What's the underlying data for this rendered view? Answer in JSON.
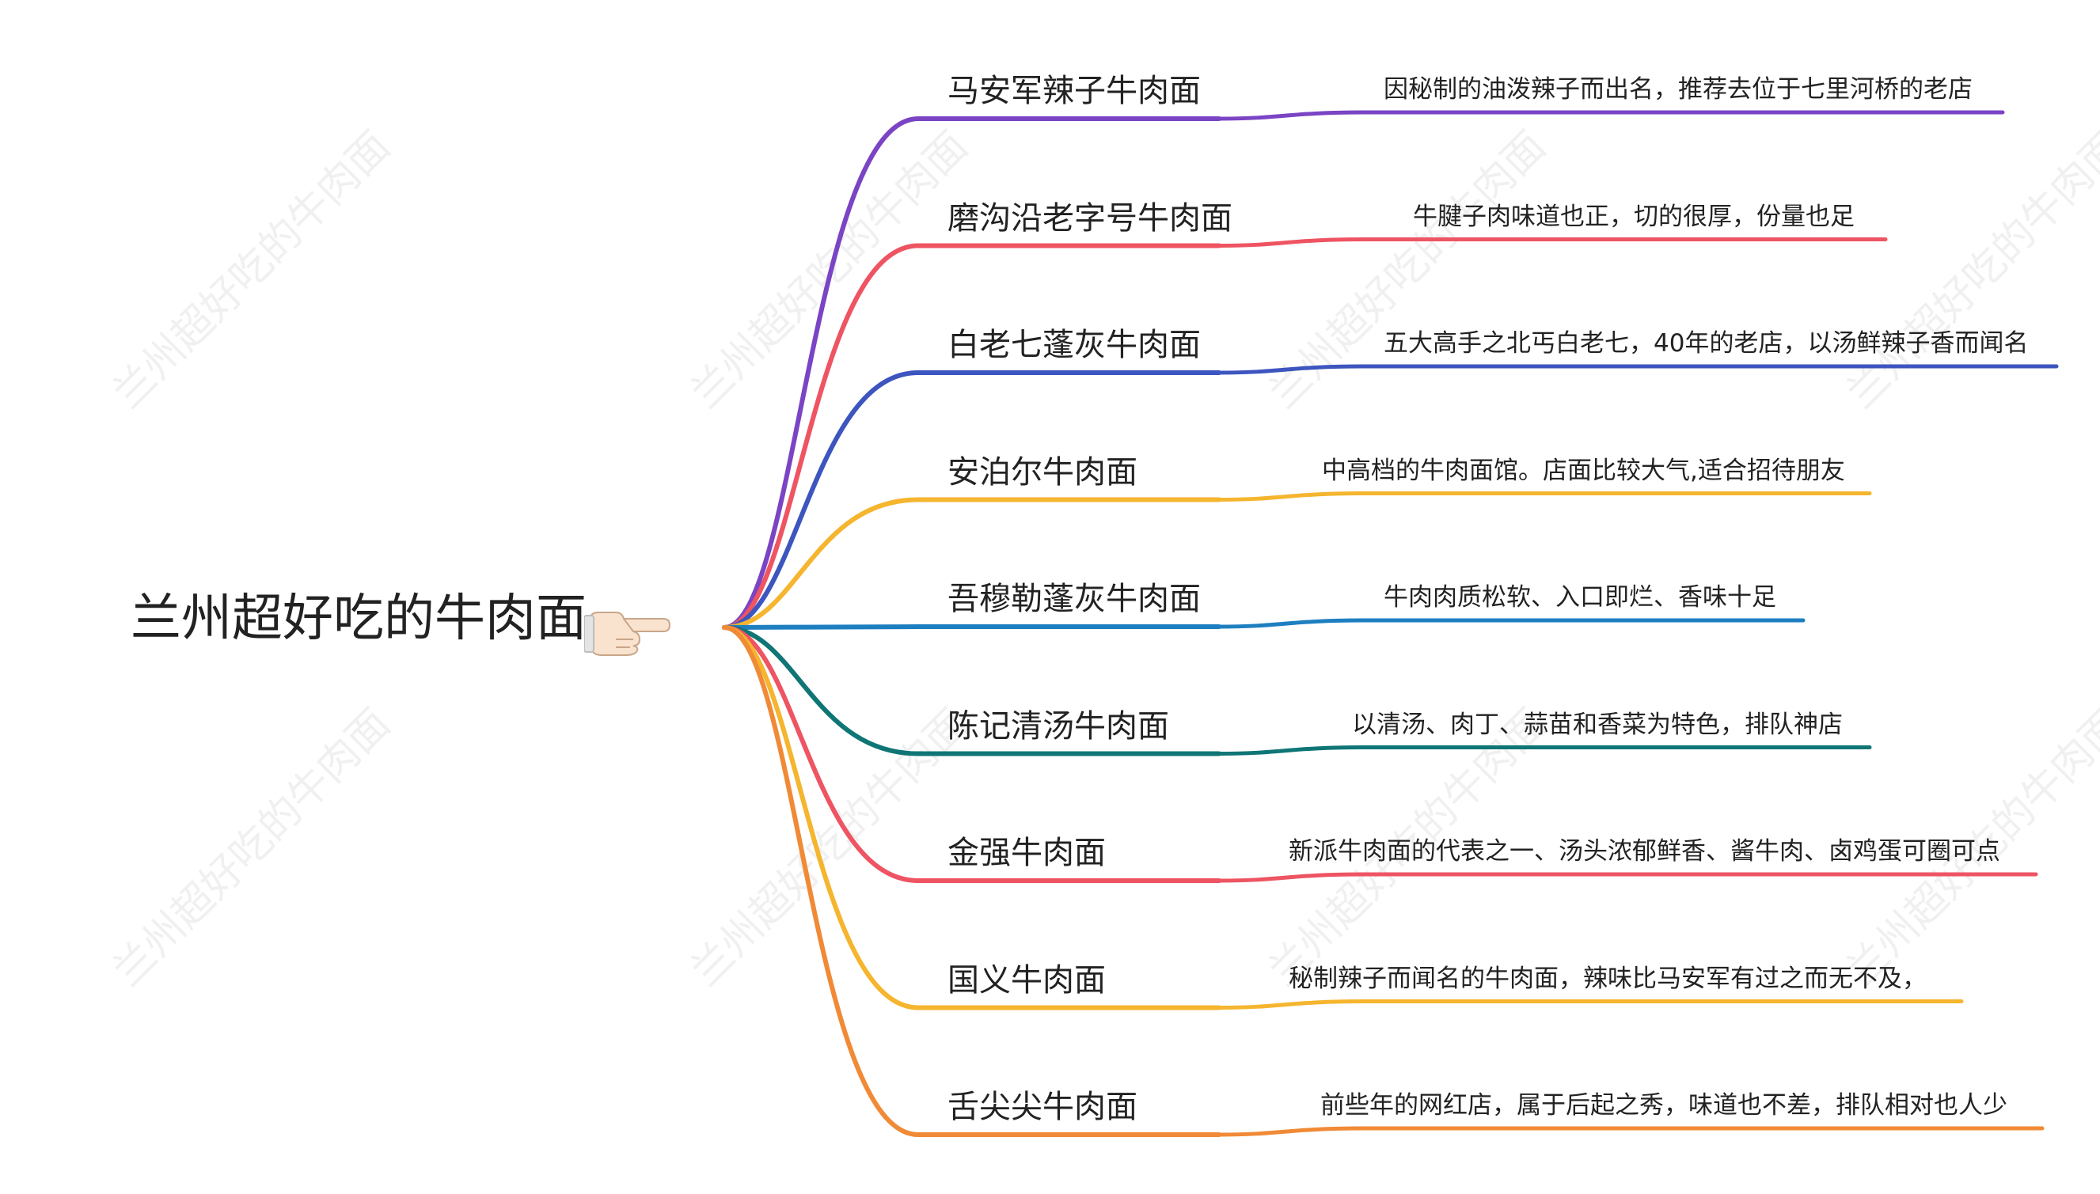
{
  "watermark_text": "兰州超好吃的牛肉面",
  "root": {
    "title": "兰州超好吃的牛肉面",
    "icon": "pointing-hand-icon"
  },
  "branches": [
    {
      "name": "马安军辣子牛肉面",
      "desc": "因秘制的油泼辣子而出名，推荐去位于七里河桥的老店",
      "color": "#7A44C4"
    },
    {
      "name": "磨沟沿老字号牛肉面",
      "desc": "牛腱子肉味道也正，切的很厚，份量也足",
      "color": "#EE5462"
    },
    {
      "name": "白老七蓬灰牛肉面",
      "desc": "五大高手之北丐白老七，40年的老店，以汤鲜辣子香而闻名",
      "color": "#3D55BE"
    },
    {
      "name": "安泊尔牛肉面",
      "desc": "中高档的牛肉面馆。店面比较大气,适合招待朋友",
      "color": "#F5B52E"
    },
    {
      "name": "吾穆勒蓬灰牛肉面",
      "desc": "牛肉肉质松软、入口即烂、香味十足",
      "color": "#1E7FC0"
    },
    {
      "name": "陈记清汤牛肉面",
      "desc": "以清汤、肉丁、蒜苗和香菜为特色，排队神店",
      "color": "#0F7575"
    },
    {
      "name": "金强牛肉面",
      "desc": "新派牛肉面的代表之一、汤头浓郁鲜香、酱牛肉、卤鸡蛋可圈可点",
      "color": "#EE5462"
    },
    {
      "name": "国义牛肉面",
      "desc": "秘制辣子而闻名的牛肉面，辣味比马安军有过之而无不及，",
      "color": "#F5B52E"
    },
    {
      "name": "舌尖尖牛肉面",
      "desc": "前些年的网红店，属于后起之秀，味道也不差，排队相对也人少",
      "color": "#F08A36"
    }
  ]
}
